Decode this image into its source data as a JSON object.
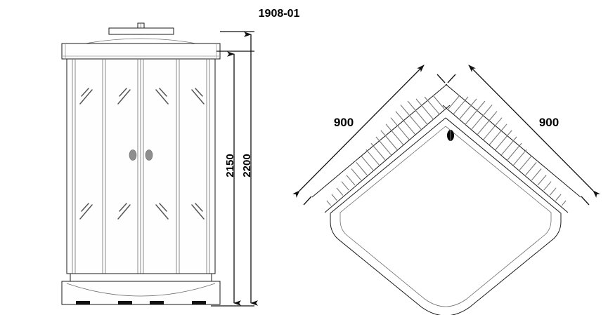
{
  "drawing": {
    "title": "1908-01",
    "type": "technical-drawing",
    "subject": "quadrant-shower-cabin",
    "line_color": "#1a1a1a",
    "background_color": "#ffffff",
    "views": [
      {
        "id": "elevation",
        "name": "front-elevation-view",
        "description": "Front elevation of shower cabin with four glass panels and two sliding doors"
      },
      {
        "id": "plan",
        "name": "plan-view",
        "description": "Top plan view of quadrant shower tray with two hatched walls"
      }
    ]
  },
  "dimensions": {
    "elevation": [
      {
        "id": "height-cabin",
        "label": "2150",
        "orientation": "vertical",
        "name": "dimension-2150"
      },
      {
        "id": "height-total",
        "label": "2200",
        "orientation": "vertical",
        "name": "dimension-2200"
      }
    ],
    "plan": [
      {
        "id": "width-left",
        "label": "900",
        "orientation": "diagonal",
        "name": "dimension-900-left"
      },
      {
        "id": "width-right",
        "label": "900",
        "orientation": "diagonal",
        "name": "dimension-900-right"
      }
    ]
  },
  "elevation_parts": {
    "roof_cap": "roof-cap",
    "roof_vent": "roof-vent-fixture",
    "glass_panels": 4,
    "door_handles": 2,
    "base_tray": "base-tray",
    "feet": 4,
    "glass_marks": 8
  },
  "plan_parts": {
    "wall_left": "hatched-wall-left",
    "wall_right": "hatched-wall-right",
    "tray_outline": "quadrant-tray-outline",
    "mixer": "mixer-symbol"
  }
}
